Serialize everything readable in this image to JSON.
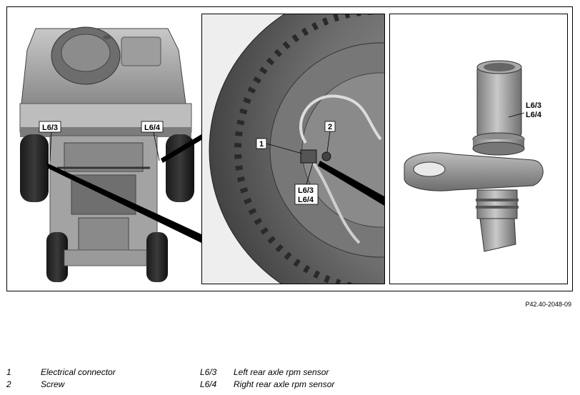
{
  "labels": {
    "left_sensor": "L6/3",
    "right_sensor": "L6/4",
    "connector_num": "1",
    "screw_num": "2",
    "detail_l63": "L6/3",
    "detail_l64": "L6/4",
    "part_l63": "L6/3",
    "part_l64": "L6/4"
  },
  "figure_id": "P42.40-2048-09",
  "legend": [
    {
      "key": "1",
      "text": "Electrical connector"
    },
    {
      "key": "2",
      "text": "Screw"
    },
    {
      "key": "L6/3",
      "text": "Left rear axle rpm sensor"
    },
    {
      "key": "L6/4",
      "text": "Right rear axle rpm sensor"
    }
  ]
}
